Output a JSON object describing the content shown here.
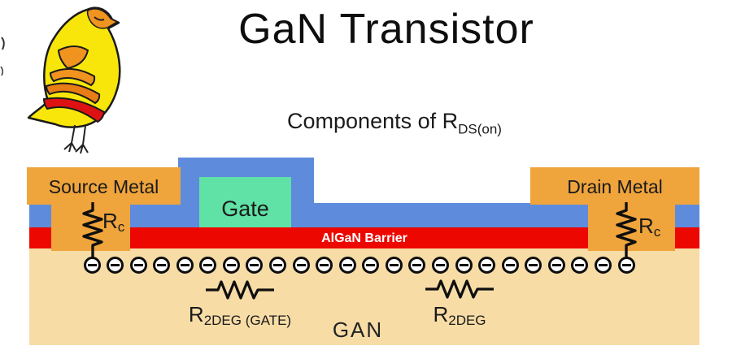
{
  "header": {
    "title": "GaN Transistor",
    "subtitle_main": "Components of R",
    "subtitle_sub": "DS(on)"
  },
  "logo": {
    "name": "yellow-bird-logo"
  },
  "diagram": {
    "regions": {
      "source_metal": "Source Metal",
      "drain_metal": "Drain Metal",
      "gate": "Gate",
      "algan_barrier": "AlGaN Barrier",
      "gan_substrate": "GAN"
    },
    "resistors": {
      "source_contact": {
        "main": "R",
        "sub": "c"
      },
      "drain_contact": {
        "main": "R",
        "sub": "c"
      },
      "r2deg_gate": {
        "main": "R",
        "sub": "2DEG (GATE)"
      },
      "r2deg": {
        "main": "R",
        "sub": "2DEG"
      }
    },
    "electrons": {
      "count": 24,
      "symbol": "minus-in-circle"
    },
    "colors": {
      "metal_orange": "#EFA43C",
      "layer_blue": "#5E8BDC",
      "gate_green": "#60E2A6",
      "barrier_red": "#EC0800",
      "substrate_tan": "#F7DCA6",
      "label_dark": "#1A1A1A",
      "barrier_text": "#FFFFFF"
    }
  }
}
